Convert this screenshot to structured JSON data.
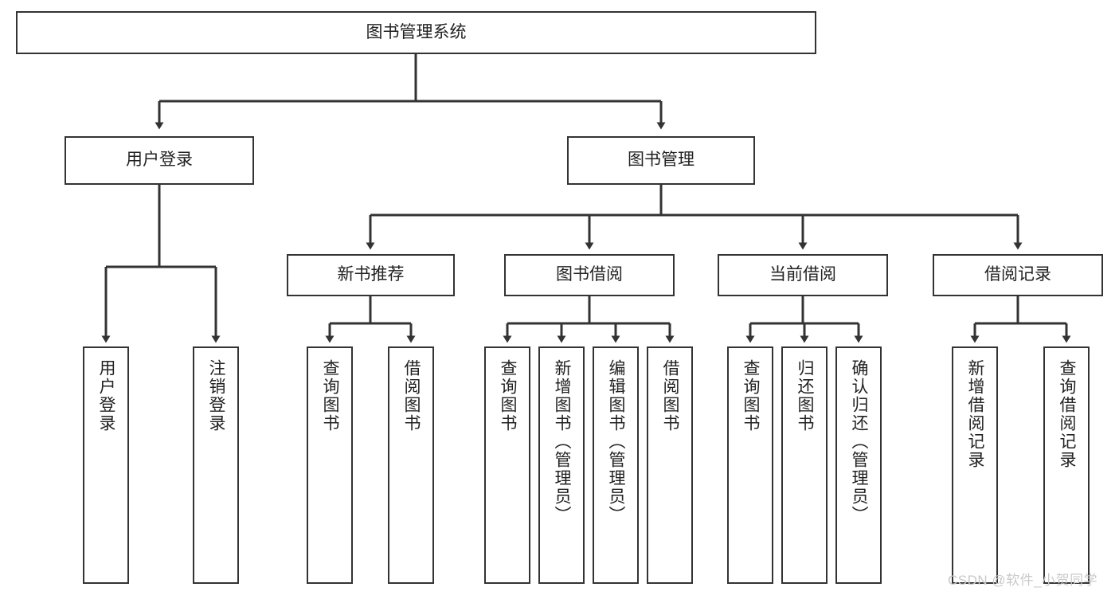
{
  "diagram": {
    "type": "tree",
    "title": "图书管理系统",
    "orientation": "top-down",
    "nodes": {
      "root": {
        "label": "图书管理系统",
        "level": 0
      },
      "user_login": {
        "label": "用户登录",
        "level": 1
      },
      "book_manage": {
        "label": "图书管理",
        "level": 1
      },
      "new_book_rec": {
        "label": "新书推荐",
        "level": 2
      },
      "book_borrow": {
        "label": "图书借阅",
        "level": 2
      },
      "current_borrow": {
        "label": "当前借阅",
        "level": 2
      },
      "borrow_record": {
        "label": "借阅记录",
        "level": 2
      },
      "leaf_user_login": {
        "label": "用户登录",
        "level": 3
      },
      "leaf_user_logout": {
        "label": "注销登录",
        "level": 3
      },
      "leaf_query_book_1": {
        "label": "查询图书",
        "level": 3
      },
      "leaf_borrow_book_1": {
        "label": "借阅图书",
        "level": 3
      },
      "leaf_query_book_2": {
        "label": "查询图书",
        "level": 3
      },
      "leaf_add_book": {
        "label": "新增图书（管理员）",
        "level": 3
      },
      "leaf_edit_book": {
        "label": "编辑图书（管理员）",
        "level": 3
      },
      "leaf_borrow_book_2": {
        "label": "借阅图书",
        "level": 3
      },
      "leaf_query_book_3": {
        "label": "查询图书",
        "level": 3
      },
      "leaf_return_book": {
        "label": "归还图书",
        "level": 3
      },
      "leaf_confirm_return": {
        "label": "确认归还（管理员）",
        "level": 3
      },
      "leaf_add_record": {
        "label": "新增借阅记录",
        "level": 3
      },
      "leaf_query_record": {
        "label": "查询借阅记录",
        "level": 3
      }
    },
    "edges": [
      {
        "from": "root",
        "to": "user_login"
      },
      {
        "from": "root",
        "to": "book_manage"
      },
      {
        "from": "user_login",
        "to": "leaf_user_login"
      },
      {
        "from": "user_login",
        "to": "leaf_user_logout"
      },
      {
        "from": "book_manage",
        "to": "new_book_rec"
      },
      {
        "from": "book_manage",
        "to": "book_borrow"
      },
      {
        "from": "book_manage",
        "to": "current_borrow"
      },
      {
        "from": "book_manage",
        "to": "borrow_record"
      },
      {
        "from": "new_book_rec",
        "to": "leaf_query_book_1"
      },
      {
        "from": "new_book_rec",
        "to": "leaf_borrow_book_1"
      },
      {
        "from": "book_borrow",
        "to": "leaf_query_book_2"
      },
      {
        "from": "book_borrow",
        "to": "leaf_add_book"
      },
      {
        "from": "book_borrow",
        "to": "leaf_edit_book"
      },
      {
        "from": "book_borrow",
        "to": "leaf_borrow_book_2"
      },
      {
        "from": "current_borrow",
        "to": "leaf_query_book_3"
      },
      {
        "from": "current_borrow",
        "to": "leaf_return_book"
      },
      {
        "from": "current_borrow",
        "to": "leaf_confirm_return"
      },
      {
        "from": "borrow_record",
        "to": "leaf_add_record"
      },
      {
        "from": "borrow_record",
        "to": "leaf_query_record"
      }
    ],
    "colors": {
      "border": "#333333",
      "background": "#ffffff",
      "text": "#222222",
      "watermark": "#c9c9c9"
    }
  },
  "watermark": {
    "text": "CSDN @软件_小贺同学"
  }
}
